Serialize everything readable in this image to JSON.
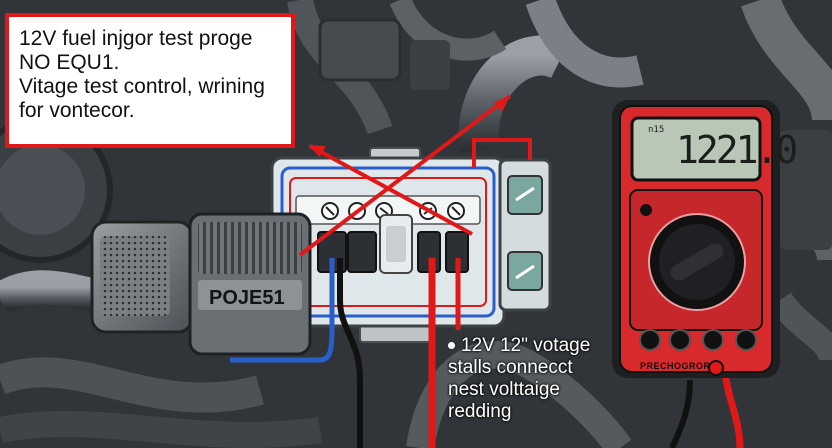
{
  "callout": {
    "lines": [
      "12V fuel injgor test proge",
      "NO EQU1.",
      "Vitage test control, wrining",
      "for vontecor."
    ]
  },
  "multimeter": {
    "display_value": "1221.0",
    "display_small": "n15",
    "brand": "PRECHOGROR"
  },
  "module": {
    "label": "POJE51"
  },
  "note": {
    "lines": [
      "12V 12\" votage",
      "stalls connecct",
      "nest volttaige",
      "redding"
    ]
  },
  "colors": {
    "red": "#e01818",
    "meter_red": "#d8292c",
    "blue_wire": "#2a5fc9",
    "display": "#b8c7b6"
  }
}
